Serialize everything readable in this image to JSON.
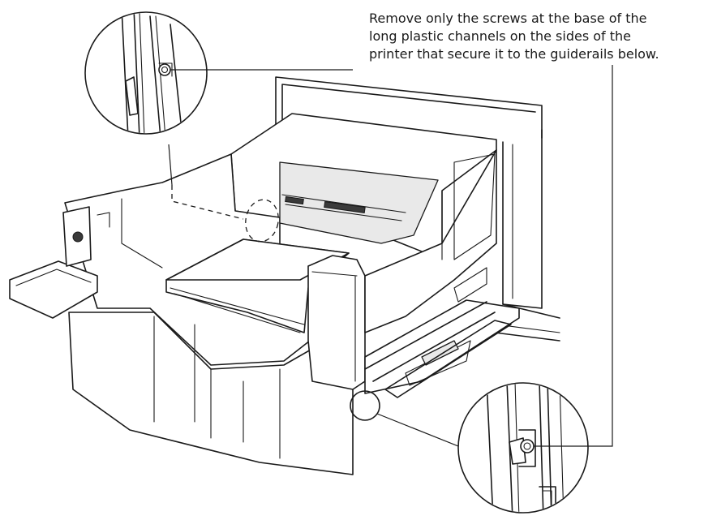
{
  "callout": {
    "line1": "Remove only the screws at the base of the",
    "line2": "long plastic channels on the sides of the",
    "line3": "printer that secure it to the guiderails below."
  },
  "colors": {
    "line": "#1a1a1a",
    "background": "#ffffff",
    "shade": "#e9e9e9"
  },
  "icons": {
    "top_detail": "screw-closeup-icon",
    "bottom_detail": "screw-closeup-icon"
  }
}
